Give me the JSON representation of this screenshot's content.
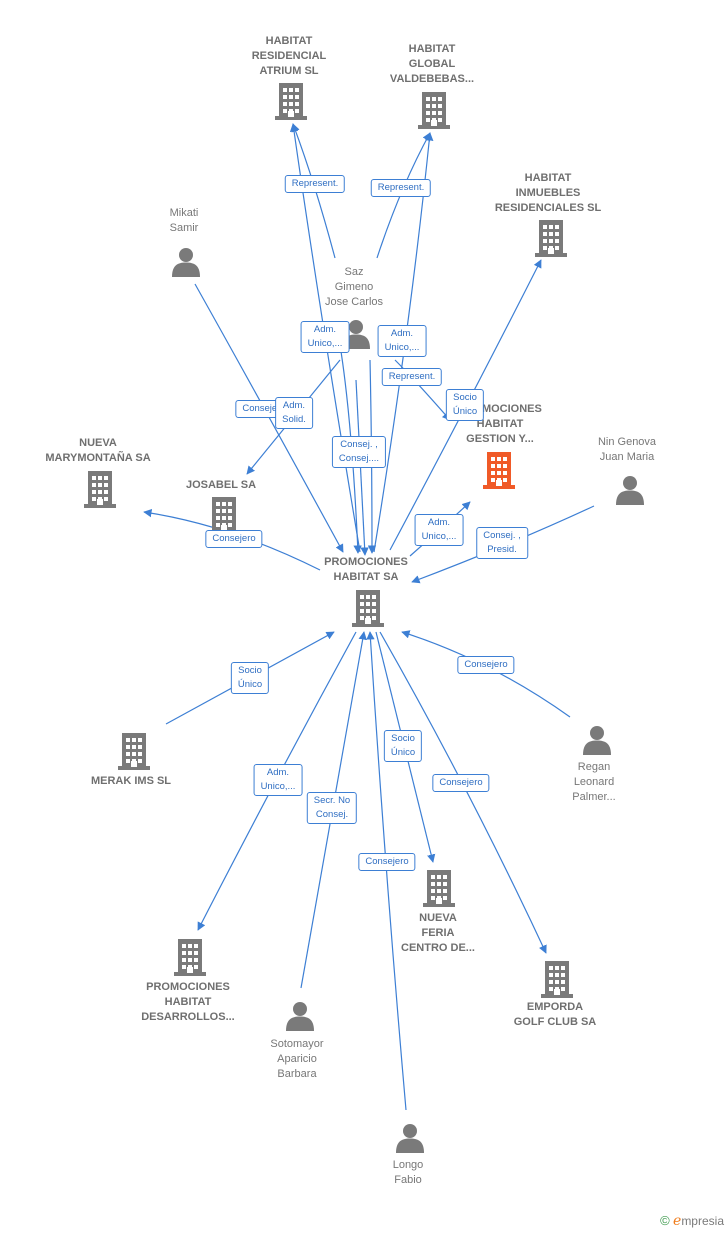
{
  "colors": {
    "edge": "#3d7fd4",
    "node_icon": "#7a7a7a",
    "highlight_icon": "#f05a28",
    "label": "#777777"
  },
  "nodes": [
    {
      "id": "habitat_residencial",
      "label": "HABITAT\nRESIDENCIAL\nATRIUM  SL",
      "kind": "company"
    },
    {
      "id": "habitat_global",
      "label": "HABITAT\nGLOBAL\nVALDEBEBAS...",
      "kind": "company"
    },
    {
      "id": "habitat_inmuebles",
      "label": "HABITAT\nINMUEBLES\nRESIDENCIALES SL",
      "kind": "company"
    },
    {
      "id": "mikati",
      "label": "Mikati\nSamir",
      "kind": "person"
    },
    {
      "id": "saz",
      "label": "Saz\nGimeno\nJose Carlos",
      "kind": "person"
    },
    {
      "id": "promociones_gestion",
      "label": "PROMOCIONES\nHABITAT\nGESTION Y...",
      "kind": "company-highlight"
    },
    {
      "id": "nin_genova",
      "label": "Nin Genova\nJuan Maria",
      "kind": "person"
    },
    {
      "id": "nueva_marymontana",
      "label": "NUEVA\nMARYMONTAÑA SA",
      "kind": "company"
    },
    {
      "id": "josabel",
      "label": "JOSABEL SA",
      "kind": "company"
    },
    {
      "id": "promociones_habitat",
      "label": "PROMOCIONES\nHABITAT SA",
      "kind": "company"
    },
    {
      "id": "merak",
      "label": "MERAK IMS  SL",
      "kind": "company"
    },
    {
      "id": "regan",
      "label": "Regan\nLeonard\nPalmer...",
      "kind": "person"
    },
    {
      "id": "nueva_feria",
      "label": "NUEVA\nFERIA\nCENTRO DE...",
      "kind": "company"
    },
    {
      "id": "emporda",
      "label": "EMPORDA\nGOLF CLUB SA",
      "kind": "company"
    },
    {
      "id": "promociones_desarrollos",
      "label": "PROMOCIONES\nHABITAT\nDESARROLLOS...",
      "kind": "company"
    },
    {
      "id": "sotomayor",
      "label": "Sotomayor\nAparicio\nBarbara",
      "kind": "person"
    },
    {
      "id": "longo",
      "label": "Longo\nFabio",
      "kind": "person"
    }
  ],
  "edges": [
    {
      "from": "saz",
      "to": "habitat_residencial",
      "label": "Represent."
    },
    {
      "from": "promociones_habitat",
      "to": "habitat_residencial",
      "label": ""
    },
    {
      "from": "saz",
      "to": "habitat_global",
      "label": "Represent."
    },
    {
      "from": "promociones_habitat",
      "to": "habitat_global",
      "label": ""
    },
    {
      "from": "promociones_habitat",
      "to": "habitat_inmuebles",
      "label": "Socio\nÚnico"
    },
    {
      "from": "mikati",
      "to": "promociones_habitat",
      "label": "Consejero"
    },
    {
      "from": "saz",
      "to": "promociones_habitat",
      "label": "Adm.\nUnico,..."
    },
    {
      "from": "saz",
      "to": "josabel",
      "label": "Adm.\nSolid."
    },
    {
      "from": "saz",
      "to": "promociones_gestion",
      "label": "Represent."
    },
    {
      "from": "promociones_habitat",
      "to": "promociones_gestion",
      "label": "Adm.\nUnico,..."
    },
    {
      "from": "saz",
      "to": "promociones_habitat",
      "label": "Consej. ,\nConsej...."
    },
    {
      "from": "nin_genova",
      "to": "promociones_habitat",
      "label": "Consej. ,\nPresid."
    },
    {
      "from": "promociones_habitat",
      "to": "nueva_marymontana",
      "label": "Consejero"
    },
    {
      "from": "merak",
      "to": "promociones_habitat",
      "label": "Socio\nÚnico"
    },
    {
      "from": "regan",
      "to": "promociones_habitat",
      "label": "Consejero"
    },
    {
      "from": "promociones_habitat",
      "to": "promociones_desarrollos",
      "label": "Adm.\nUnico,..."
    },
    {
      "from": "sotomayor",
      "to": "promociones_habitat",
      "label": "Secr.  No\nConsej."
    },
    {
      "from": "promociones_habitat",
      "to": "nueva_feria",
      "label": "Socio\nÚnico"
    },
    {
      "from": "promociones_habitat",
      "to": "emporda",
      "label": "Consejero"
    },
    {
      "from": "longo",
      "to": "promociones_habitat",
      "label": "Consejero"
    },
    {
      "from": "saz",
      "to": "promociones_habitat",
      "label": "Adm.\nUnico,..."
    }
  ],
  "brand": {
    "copyright": "©",
    "e": "e",
    "name": "mpresia"
  }
}
